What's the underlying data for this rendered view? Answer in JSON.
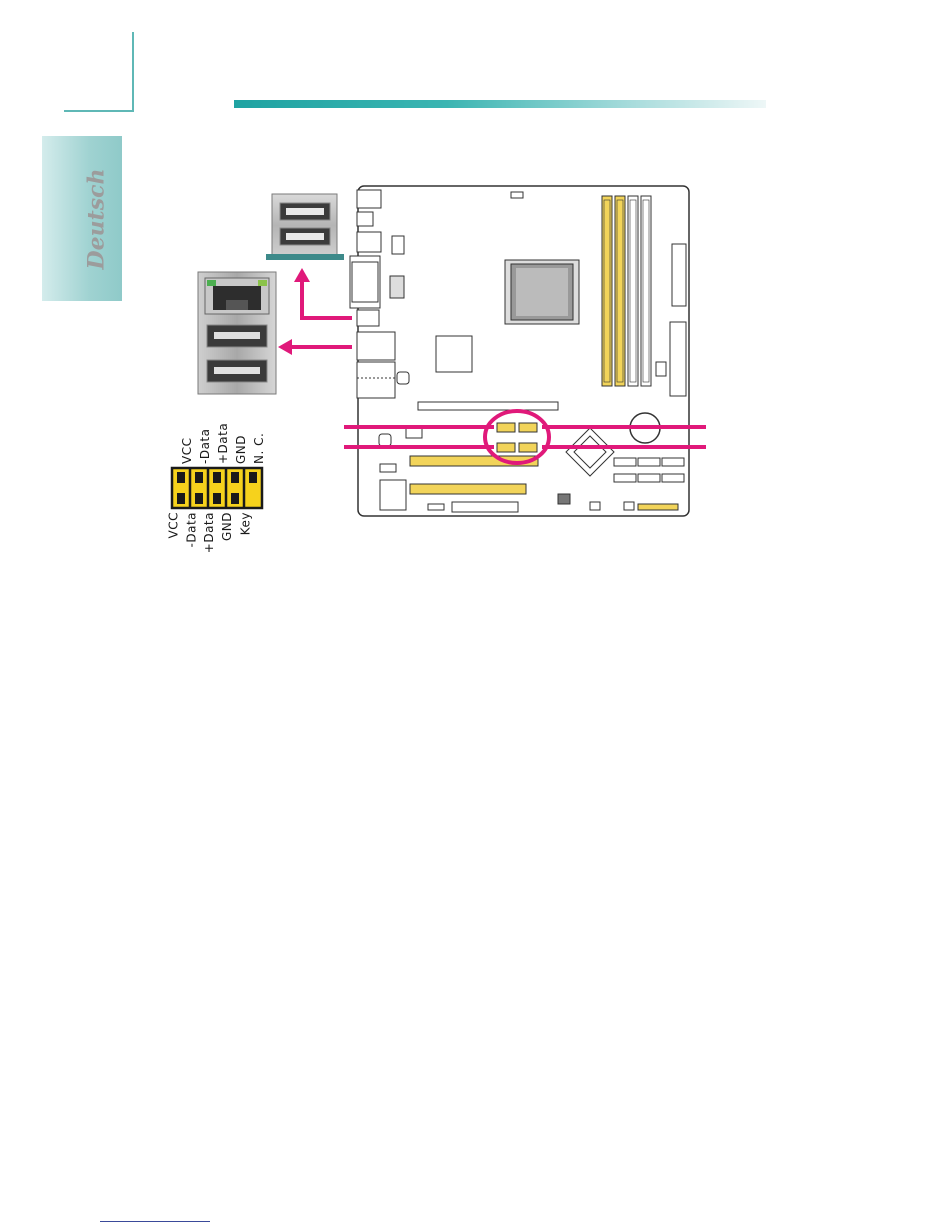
{
  "sidebar": {
    "language": "Deutsch"
  },
  "header_pins": {
    "top_labels": [
      "VCC",
      "-Data",
      "+Data",
      "GND",
      "N. C."
    ],
    "bottom_labels": [
      "VCC",
      "-Data",
      "+Data",
      "GND",
      "Key"
    ]
  },
  "colors": {
    "accent_teal": "#2aa8a6",
    "highlight_magenta": "#e0197a",
    "pin_yellow": "#f6d21c",
    "board_yellow": "#f2d45a"
  }
}
